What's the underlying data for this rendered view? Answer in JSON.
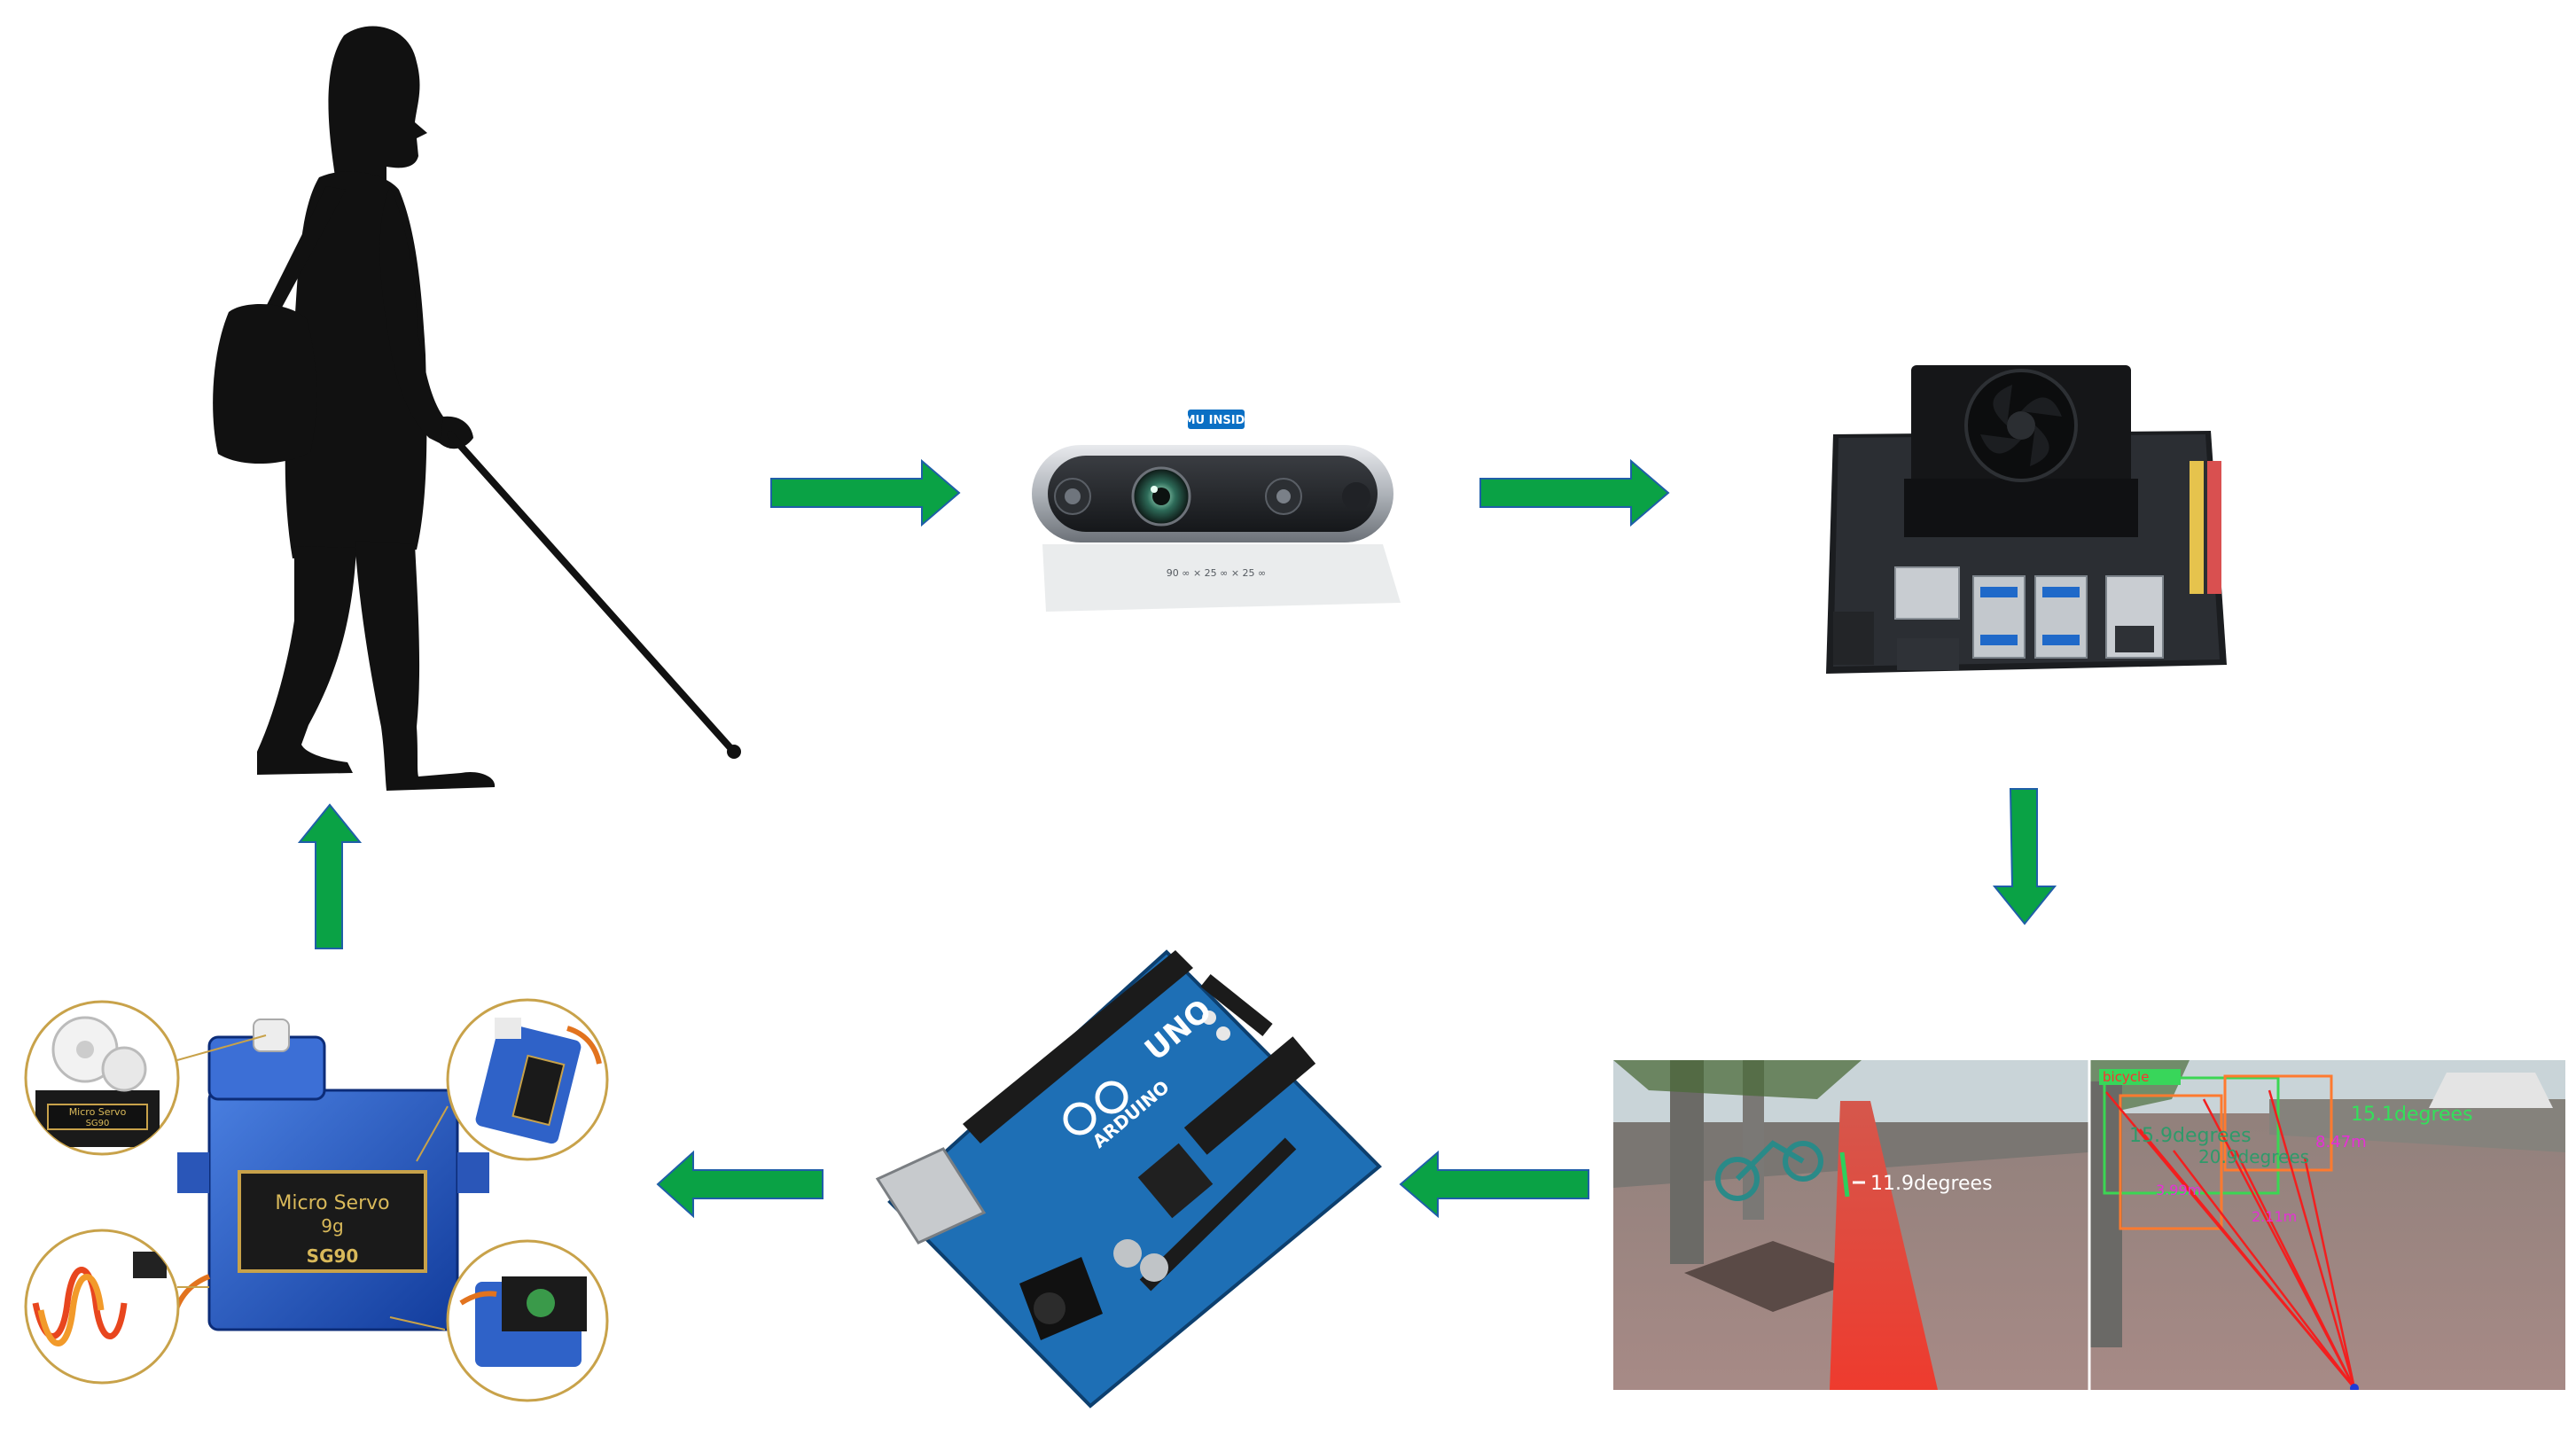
{
  "camera": {
    "badge": "IMU INSIDE",
    "fov_caption": "90 ∞ × 25 ∞ × 25 ∞"
  },
  "vision": {
    "left_angle_label": "11.9degrees",
    "right_labels": [
      "bicycle",
      "15.1degrees",
      "15.9degrees",
      "20.9degrees",
      "8.47m",
      "3.99m",
      "2.11m"
    ]
  },
  "arduino": {
    "brand": "ARDUINO",
    "model": "UNO"
  },
  "servo": {
    "label_line1": "Micro Servo",
    "label_line2": "9g",
    "model": "SG90",
    "small_label_line1": "Micro Servo",
    "small_label_line2": "SG90"
  },
  "colors": {
    "arrow": "#0aa245",
    "arrow_stroke": "#1f5ea8",
    "path_overlay": "#e8463a",
    "board_blue": "#1e6fb5",
    "sky": "#c9d4d8"
  }
}
